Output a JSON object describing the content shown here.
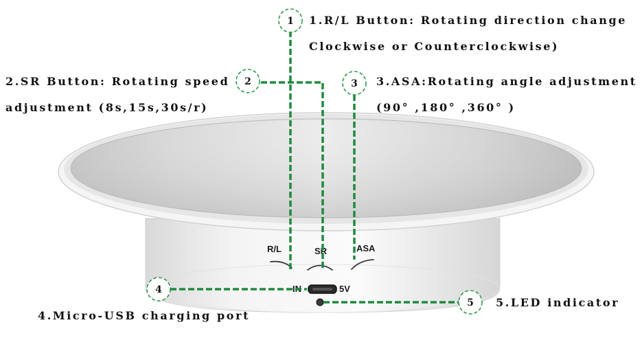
{
  "colors": {
    "leader_green": "#1f8a3c",
    "badge_ring": "#2e9a4c",
    "text": "#111111"
  },
  "device_labels": {
    "rl": "R/L",
    "sr": "SR",
    "asa": "ASA",
    "in": "IN",
    "five_v": "5V"
  },
  "callouts": [
    {
      "number": "1",
      "line1": "1.R/L Button: Rotating direction change",
      "line2": "Clockwise or Counterclockwise)"
    },
    {
      "number": "2",
      "line1": "2.SR Button: Rotating speed",
      "line2": "adjustment (8s,15s,30s/r)"
    },
    {
      "number": "3",
      "line1": "3.ASA:Rotating angle adjustment",
      "line2": "(90° ,180° ,360° )"
    },
    {
      "number": "4",
      "line1": "4.Micro-USB charging port"
    },
    {
      "number": "5",
      "line1": "5.LED indicator"
    }
  ]
}
